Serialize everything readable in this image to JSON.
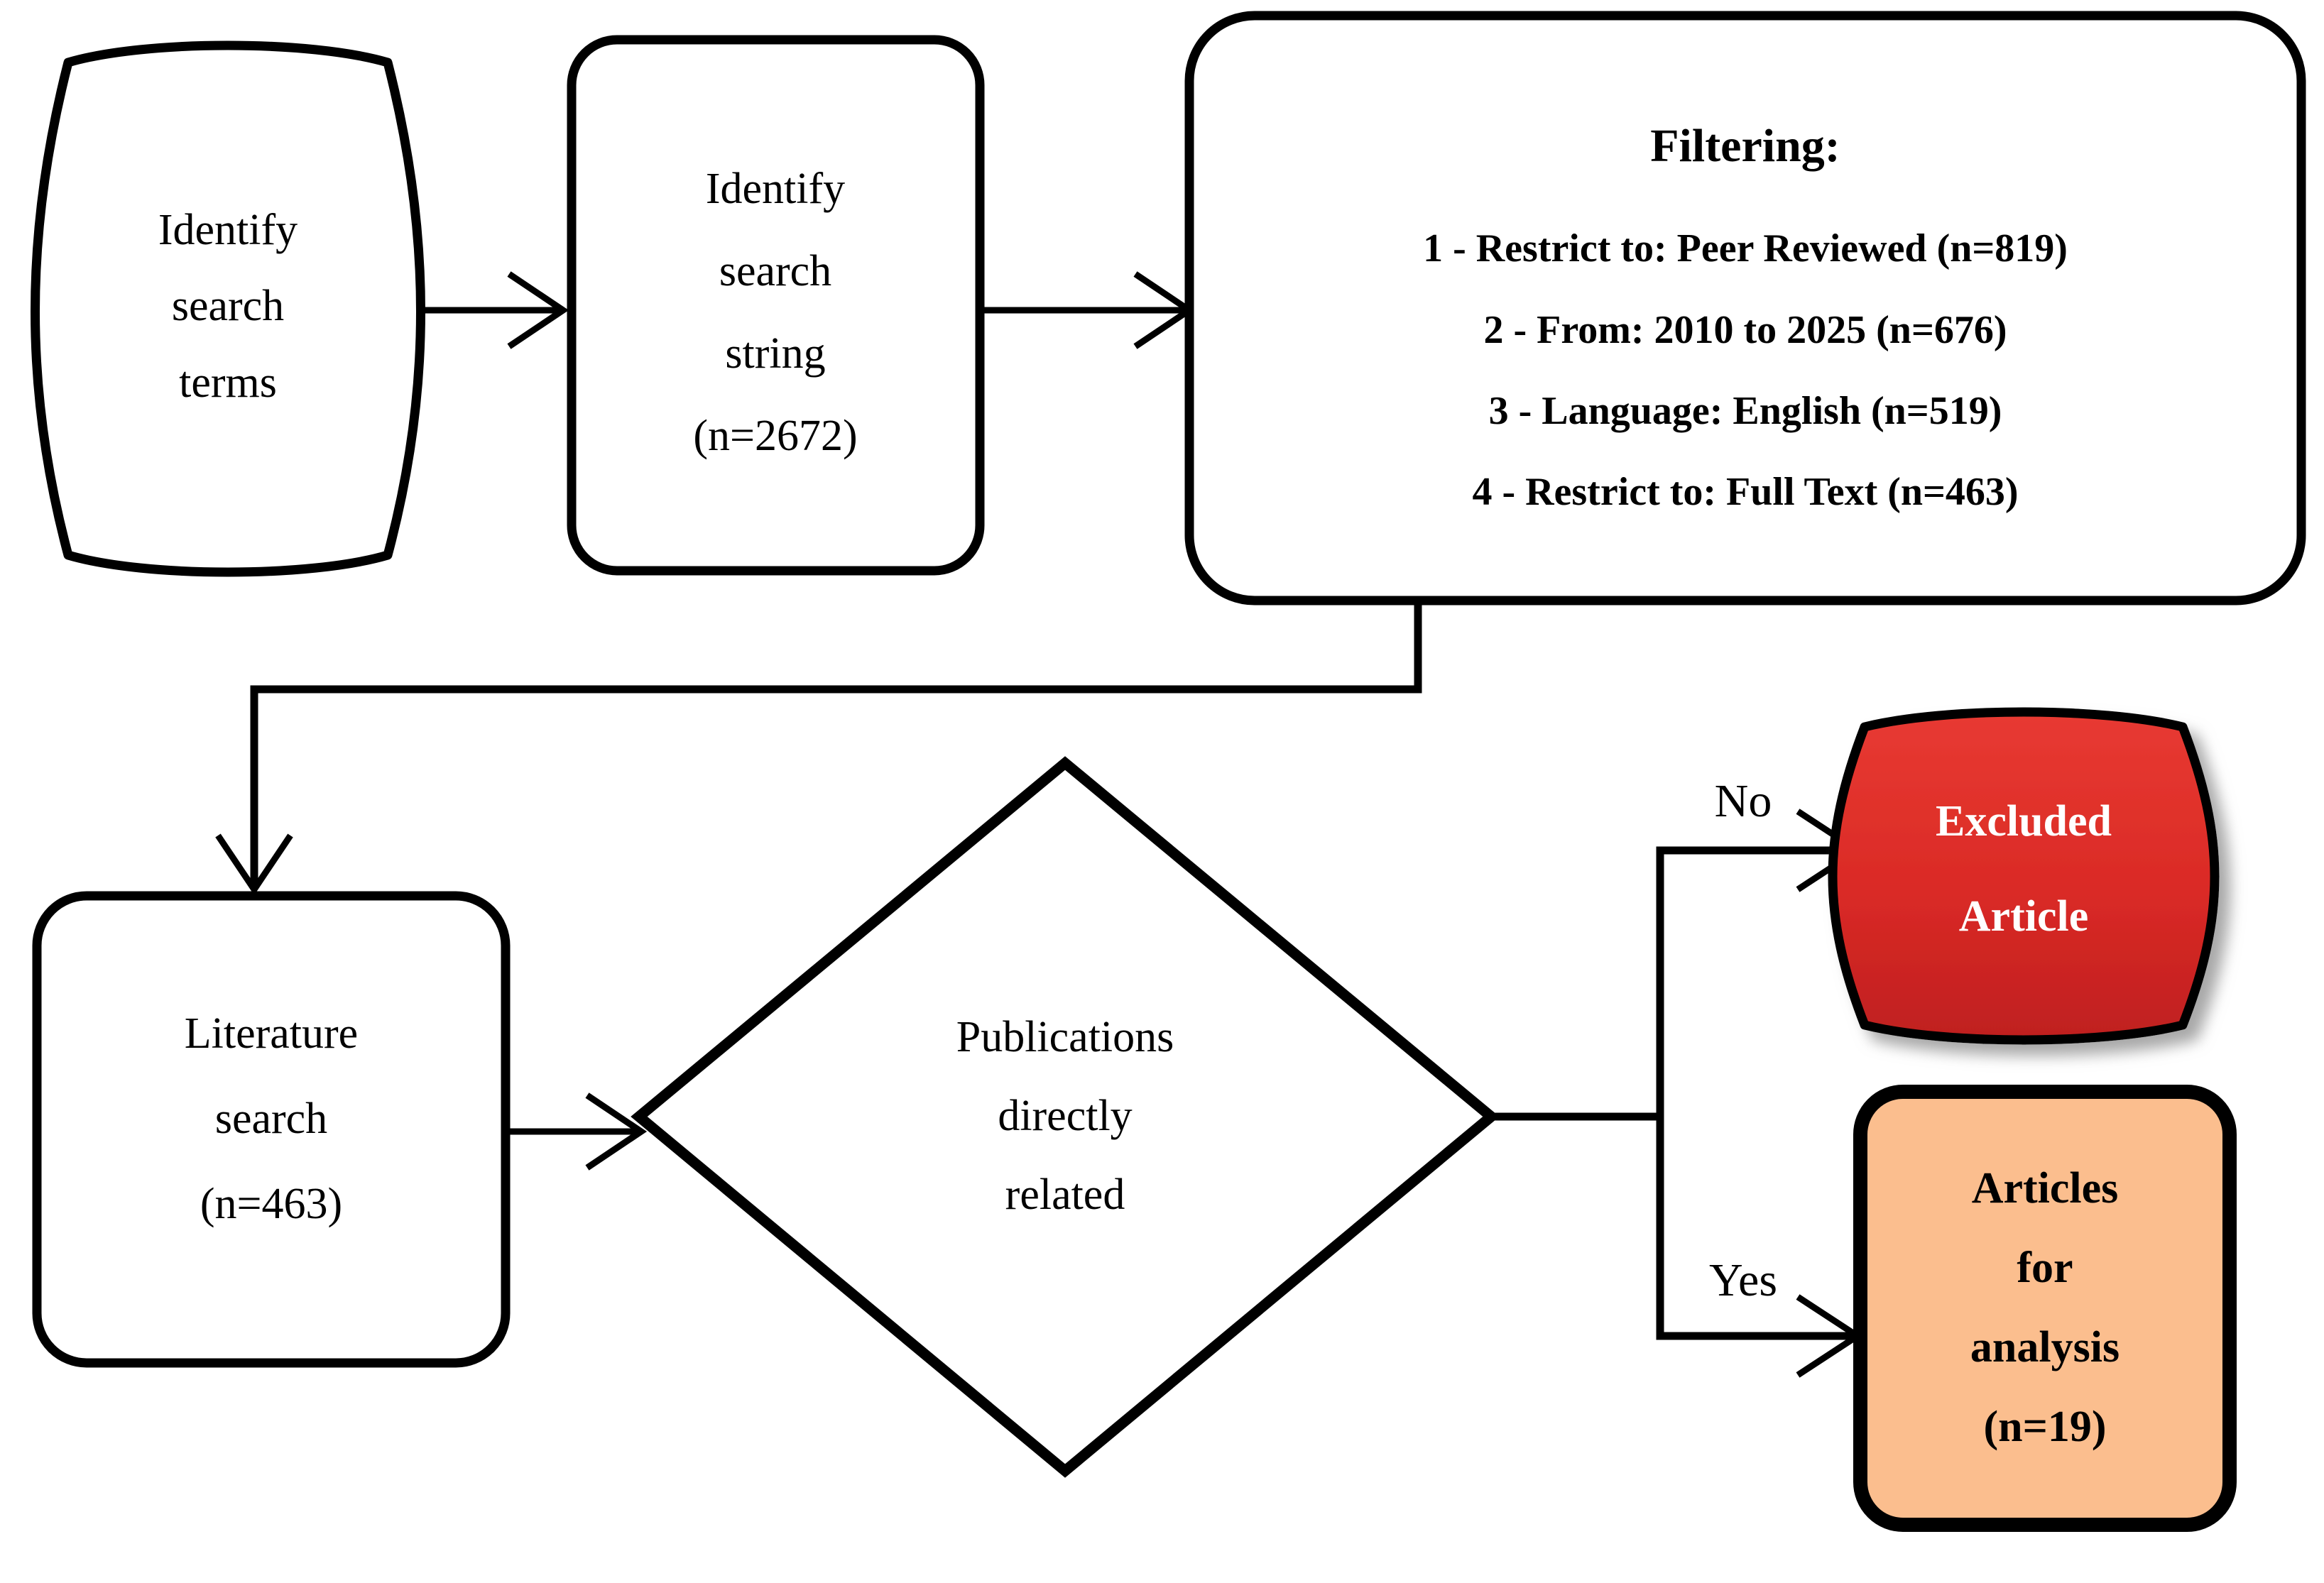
{
  "diagram": {
    "title": "Literature review selection flowchart",
    "background": "#ffffff",
    "stroke_color": "#000000"
  },
  "colors": {
    "excluded_fill_top": "#e83a32",
    "excluded_fill_bottom": "#bf1f1f",
    "excluded_text": "#ffffff",
    "articles_fill": "#fbbe8e",
    "articles_text": "#000000",
    "node_fill": "#ffffff",
    "outline": "#000000"
  },
  "nodes": {
    "identify_terms": {
      "shape": "barrel",
      "lines": [
        "Identify",
        "search",
        "terms"
      ]
    },
    "identify_string": {
      "shape": "rounded-rect",
      "lines": [
        "Identify",
        "search",
        "string",
        "(n=2672)"
      ]
    },
    "filtering": {
      "shape": "rounded-rect",
      "title": "Filtering:",
      "items": [
        "1 - Restrict to: Peer Reviewed (n=819)",
        "2 - From: 2010 to 2025 (n=676)",
        "3 - Language: English (n=519)",
        "4 - Restrict to: Full Text (n=463)"
      ]
    },
    "literature_search": {
      "shape": "rounded-rect",
      "lines": [
        "Literature",
        "search",
        "(n=463)"
      ]
    },
    "decision": {
      "shape": "diamond",
      "lines": [
        "Publications",
        "directly",
        "related"
      ]
    },
    "excluded_article": {
      "shape": "barrel",
      "lines": [
        "Excluded",
        "Article"
      ]
    },
    "articles_for_analysis": {
      "shape": "rounded-rect",
      "lines": [
        "Articles",
        "for",
        "analysis",
        "(n=19)"
      ]
    }
  },
  "edges": {
    "terms_to_string": {
      "label": ""
    },
    "string_to_filtering": {
      "label": ""
    },
    "filtering_to_literature": {
      "label": ""
    },
    "literature_to_decision": {
      "label": ""
    },
    "decision_no": {
      "label": "No"
    },
    "decision_yes": {
      "label": "Yes"
    }
  }
}
